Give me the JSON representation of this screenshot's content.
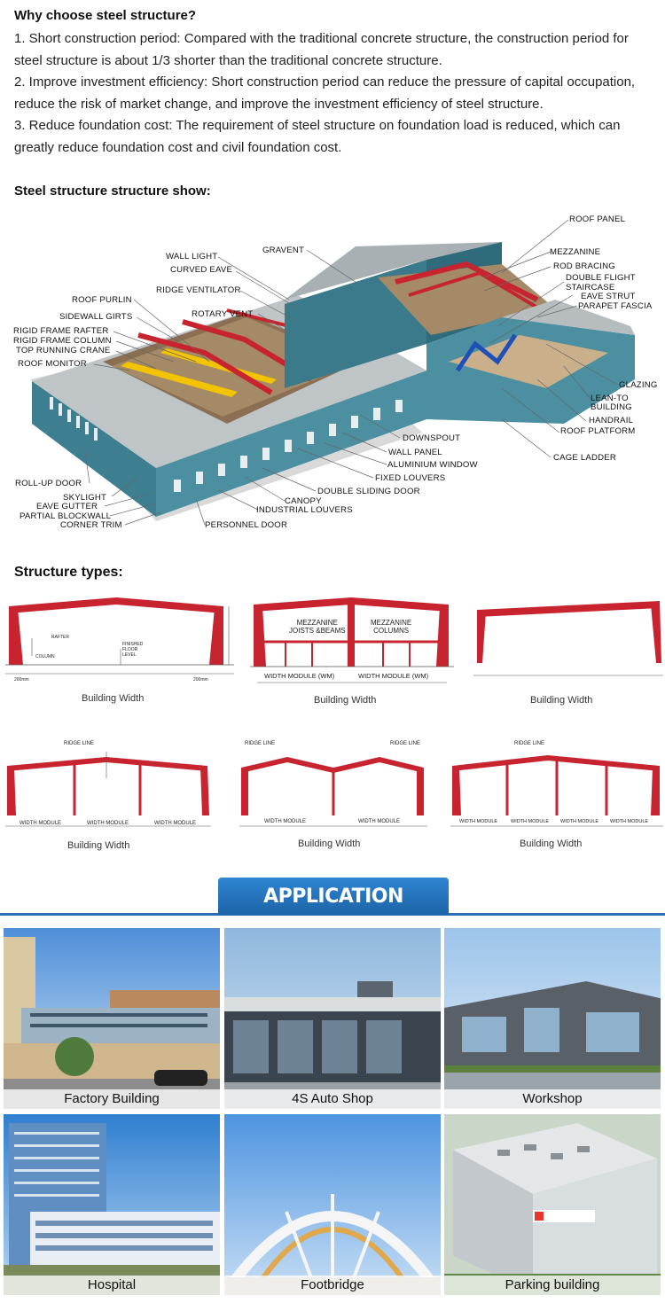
{
  "why": {
    "title": "Why choose steel structure?",
    "points": [
      "1. Short construction period: Compared with the traditional concrete structure, the construction period for steel structure is about 1/3 shorter than the traditional concrete structure.",
      "2. Improve investment efficiency: Short construction period can reduce the pressure of capital occupation, reduce the risk of market change, and improve the investment efficiency of steel structure.",
      "3. Reduce foundation cost: The requirement of steel structure on foundation load is reduced, which can greatly reduce foundation cost and civil foundation cost."
    ]
  },
  "show_title": "Steel structure structure show:",
  "diagram_labels": {
    "roof_panel": "ROOF PANEL",
    "gravent": "GRAVENT",
    "wall_light": "WALL LIGHT",
    "curved_eave": "CURVED EAVE",
    "ridge_ventilator": "RIDGE VENTILATOR",
    "roof_purlin": "ROOF PURLIN",
    "rotary_vent": "ROTARY VENT",
    "sidewall_girts": "SIDEWALL GIRTS",
    "rigid_frame_rafter": "RIGID FRAME RAFTER",
    "rigid_frame_column": "RIGID FRAME COLUMN",
    "top_running_crane": "TOP RUNNING CRANE",
    "roof_monitor": "ROOF MONITOR",
    "mezzanine": "MEZZANINE",
    "rod_bracing": "ROD BRACING",
    "double_flight": "DOUBLE FLIGHT",
    "staircase": "STAIRCASE",
    "eave_strut": "EAVE STRUT",
    "parapet_fascia": "PARAPET FASCIA",
    "glazing": "GLAZING",
    "lean_to": "LEAN-TO",
    "building": "BUILDING",
    "handrail": "HANDRAIL",
    "roof_platform": "ROOF PLATFORM",
    "downspout": "DOWNSPOUT",
    "wall_panel": "WALL PANEL",
    "aluminium_window": "ALUMINIUM WINDOW",
    "cage_ladder": "CAGE LADDER",
    "fixed_louvers": "FIXED LOUVERS",
    "roll_up_door": "ROLL-UP DOOR",
    "double_sliding_door": "DOUBLE SLIDING DOOR",
    "skylight": "SKYLIGHT",
    "canopy": "CANOPY",
    "eave_gutter": "EAVE GUTTER",
    "industrial_louvers": "INDUSTRIAL LOUVERS",
    "partial_blockwall": "PARTIAL BLOCKWALL",
    "corner_trim": "CORNER TRIM",
    "personnel_door": "PERSONNEL DOOR"
  },
  "types_title": "Structure types:",
  "types": {
    "building_width": "Building Width",
    "rafter": "RAFTER",
    "column": "COLUMN",
    "finished": "FINISHED",
    "floor": "FLOOR",
    "level": "LEVEL",
    "dim_left": "200mm",
    "dim_right": "200mm",
    "mezz_joists": "MEZZANINE",
    "mezz_joists2": "JOISTS &BEAMS",
    "mezz_columns": "MEZZANINE",
    "mezz_columns2": "COLUMNS",
    "width_module_wm": "WIDTH MODULE (WM)",
    "ridge_line": "RIDGE LINE",
    "width_module": "WIDTH MODULE"
  },
  "app_title": "APPLICATION SCENARIOS",
  "scenarios": [
    "Factory Building",
    "4S Auto Shop",
    "Workshop",
    "Hospital",
    "Footbridge",
    "Parking building"
  ],
  "colors": {
    "accent": "#2a6fb3",
    "frame_red": "#c8242f",
    "wall_teal": "#3d7f91",
    "crane_yellow": "#f2c400"
  }
}
